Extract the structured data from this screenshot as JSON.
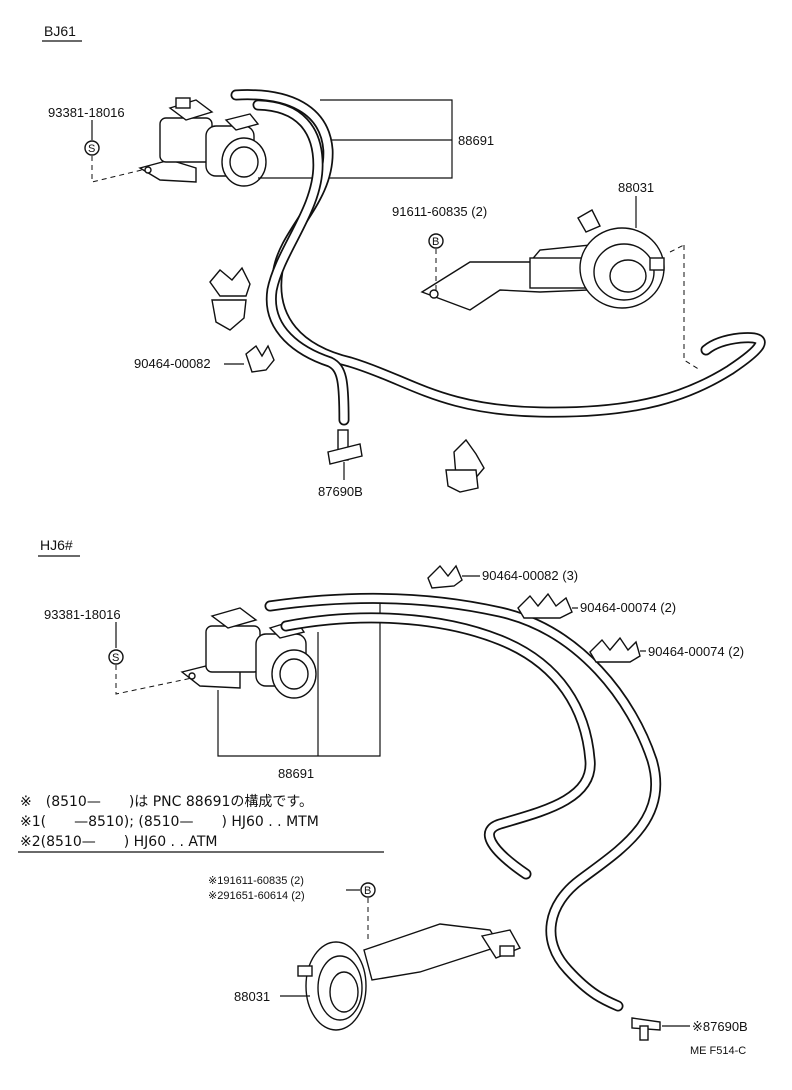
{
  "sections": {
    "bj61": {
      "header": "BJ61",
      "labels": {
        "screw": "93381-18016",
        "screw_symbol": "S",
        "hose_set": "88691",
        "actuator": "88031",
        "bolt": "91611-60835 (2)",
        "bolt_symbol": "B",
        "clamp": "90464-00082",
        "union": "87690B"
      }
    },
    "hj6": {
      "header": "HJ6#",
      "labels": {
        "screw": "93381-18016",
        "screw_symbol": "S",
        "hose_set": "88691",
        "clamp_a": "90464-00082 (3)",
        "clamp_b": "90464-00074 (2)",
        "clamp_c": "90464-00074 (2)",
        "bolt_1": "※191611-60835 (2)",
        "bolt_2": "※291651-60614 (2)",
        "bolt_symbol": "B",
        "actuator": "88031",
        "union": "※87690B"
      },
      "notes": [
        "※　(8510—　　)は PNC 88691の構成です。",
        "※1(　　—8510); (8510—　　) HJ60 . . MTM",
        "※2(8510—　　) HJ60 . . ATM"
      ]
    }
  },
  "footer_code": "ME  F514-C"
}
